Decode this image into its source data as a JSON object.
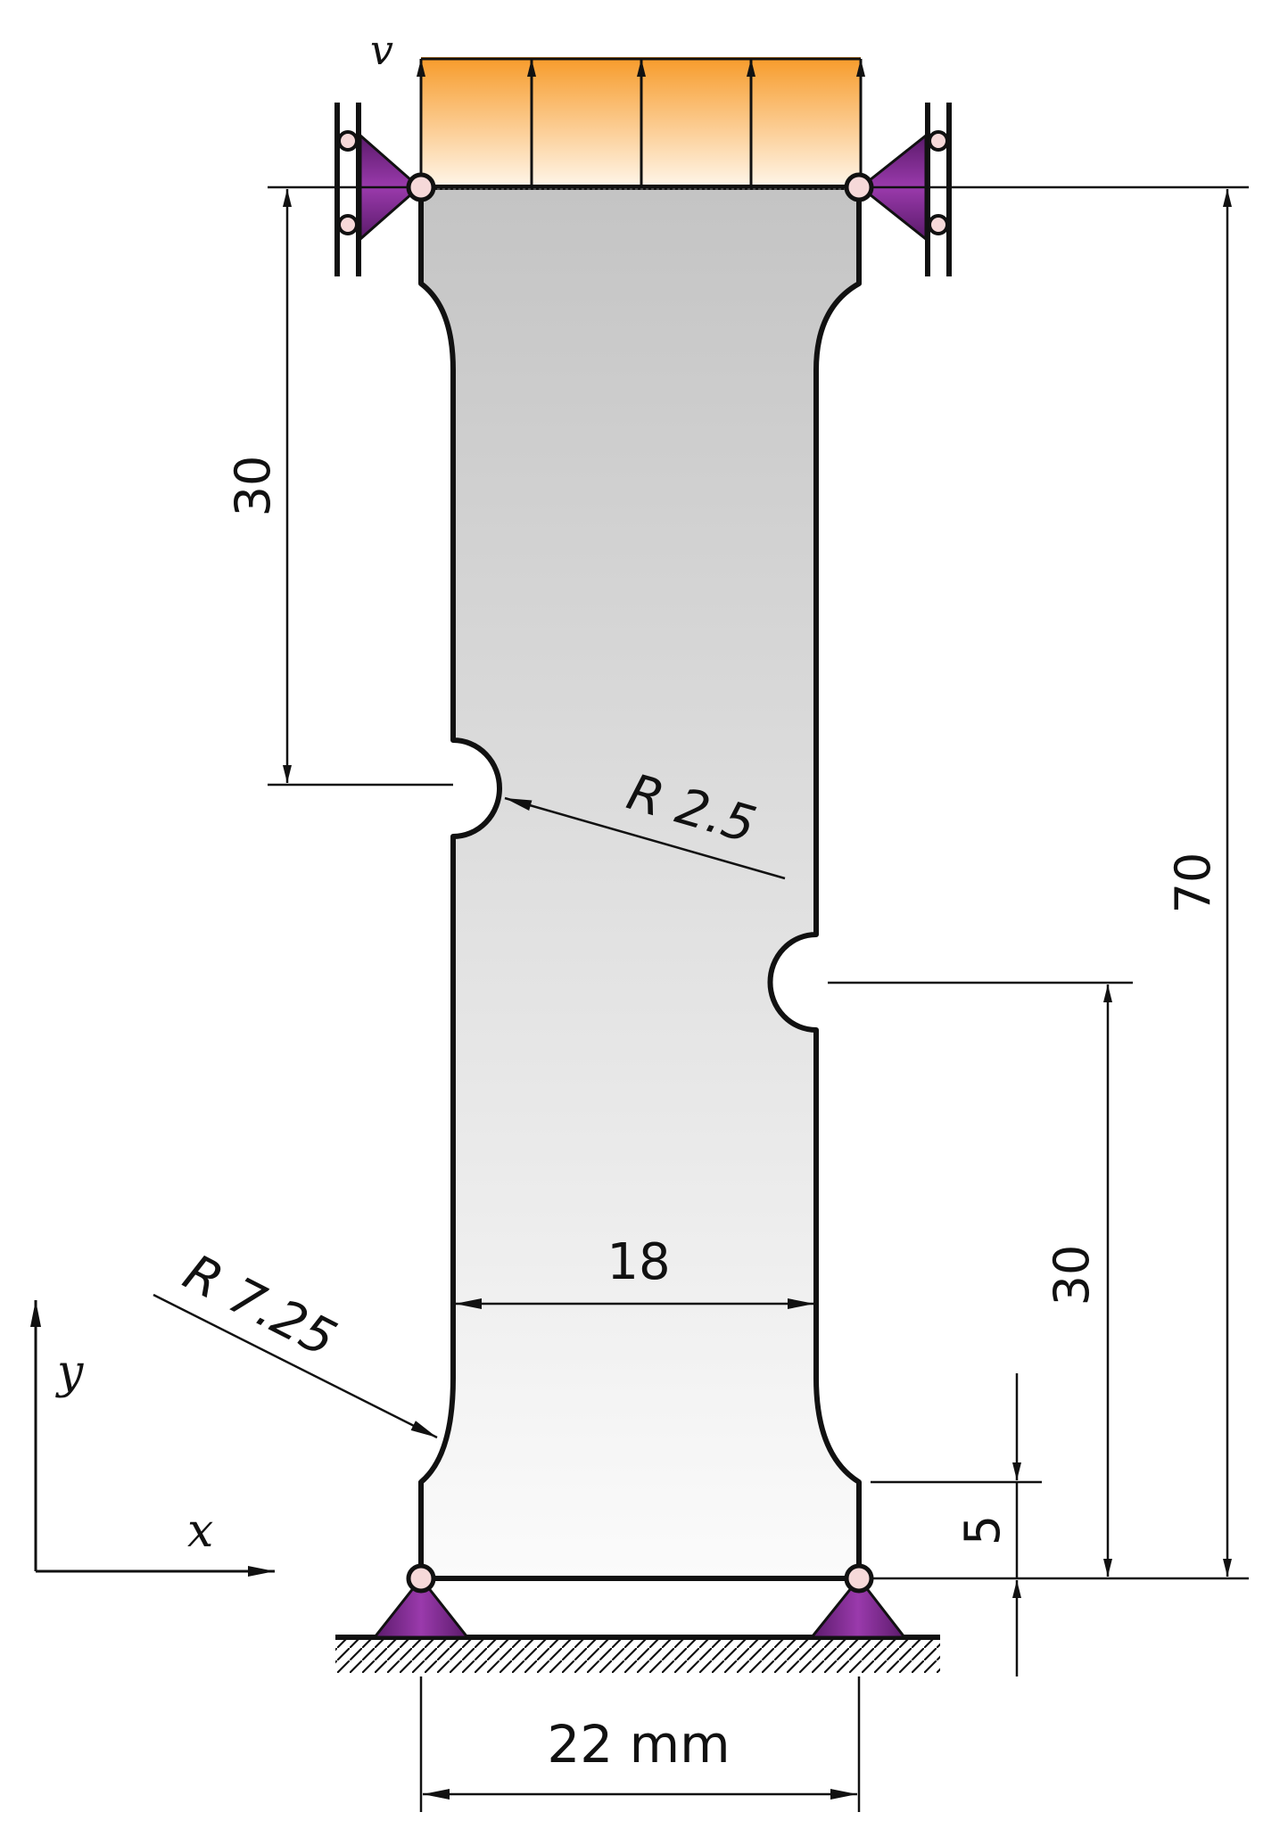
{
  "labels": {
    "velocity": "v",
    "axis_x": "x",
    "axis_y": "y",
    "dim_top_notch": "30",
    "notch_radius": "R 2.5",
    "dim_total_height": "70",
    "dim_bottom_notch": "30",
    "dim_gauge_width": "18",
    "fillet_radius": "R 7.25",
    "dim_base": "5",
    "dim_overall_width": "22 mm"
  },
  "colors": {
    "outline": "#111111",
    "specimen_fill_top": "#c4c4c4",
    "specimen_fill_bottom": "#fbfbfb",
    "load_top": "#f79b2a",
    "load_bottom": "#fff6ea",
    "support": "#7a2a8c",
    "pin": "#f6d9d9"
  }
}
